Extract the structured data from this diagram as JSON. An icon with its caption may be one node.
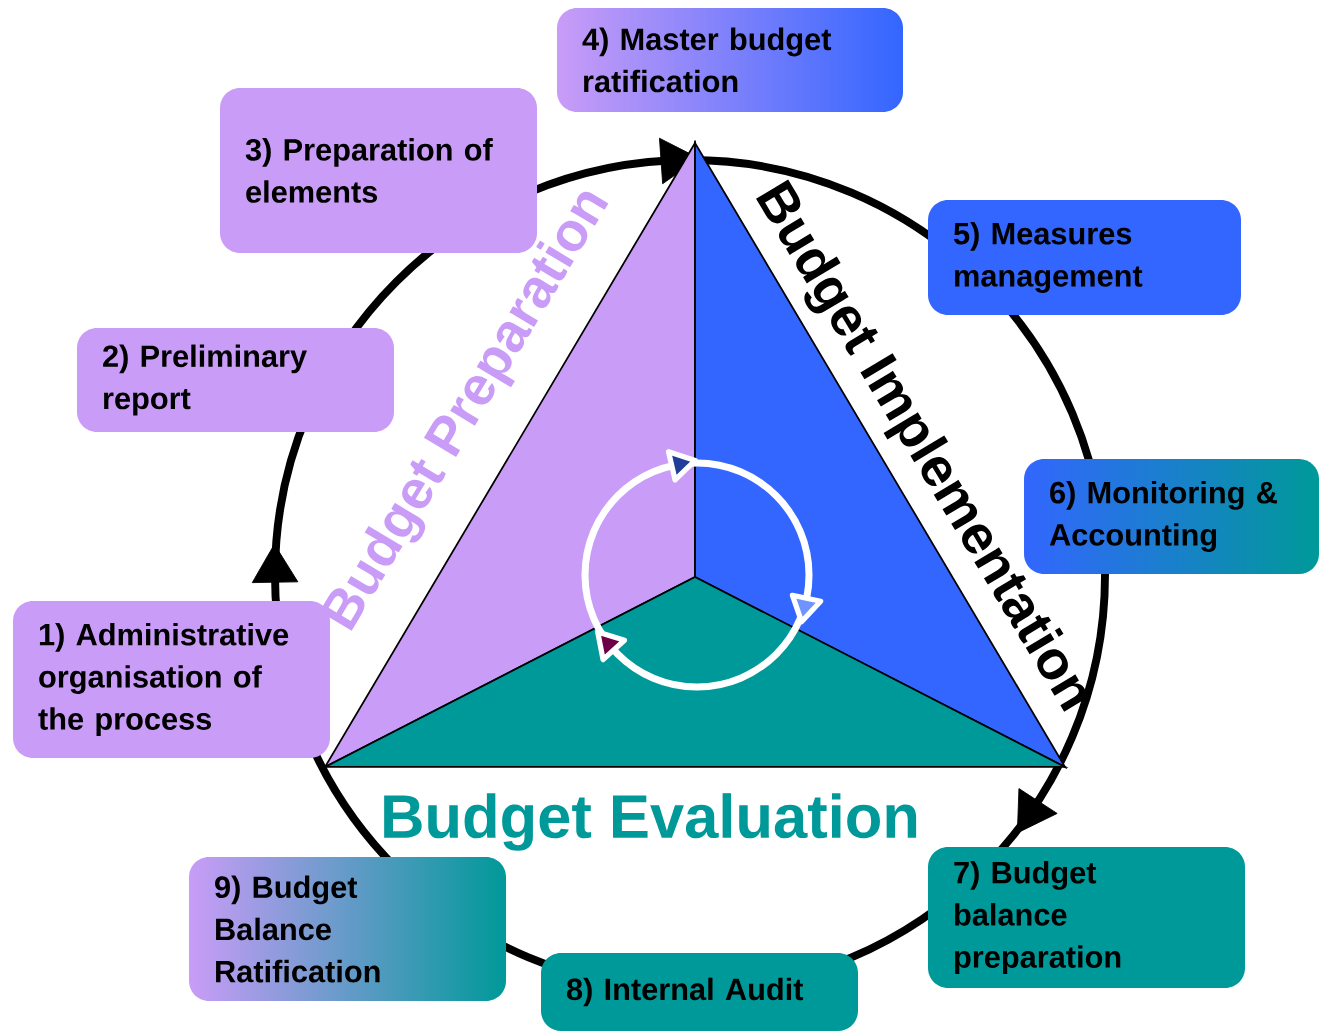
{
  "diagram": {
    "nodes": [
      {
        "text": [
          "1) Administrative organisation of the process"
        ]
      },
      {
        "text": [
          "2) Preliminary report"
        ]
      },
      {
        "text": [
          "3) Preparation of elements"
        ]
      },
      {
        "text": [
          "4) Master budget ratification"
        ]
      },
      {
        "text": [
          "5) Measures management"
        ]
      },
      {
        "text": [
          "6) Monitoring & Accounting"
        ]
      },
      {
        "text": [
          "7) Budget balance preparation"
        ]
      },
      {
        "text": [
          "8) Internal Audit"
        ]
      },
      {
        "text": [
          "9) Budget Balance Ratification"
        ]
      },
      {
        "text": [
          "Budget Preparation"
        ]
      },
      {
        "text": [
          "Budget Implementation"
        ]
      },
      {
        "text": [
          "Budget Evaluation"
        ]
      }
    ],
    "edges": []
  }
}
